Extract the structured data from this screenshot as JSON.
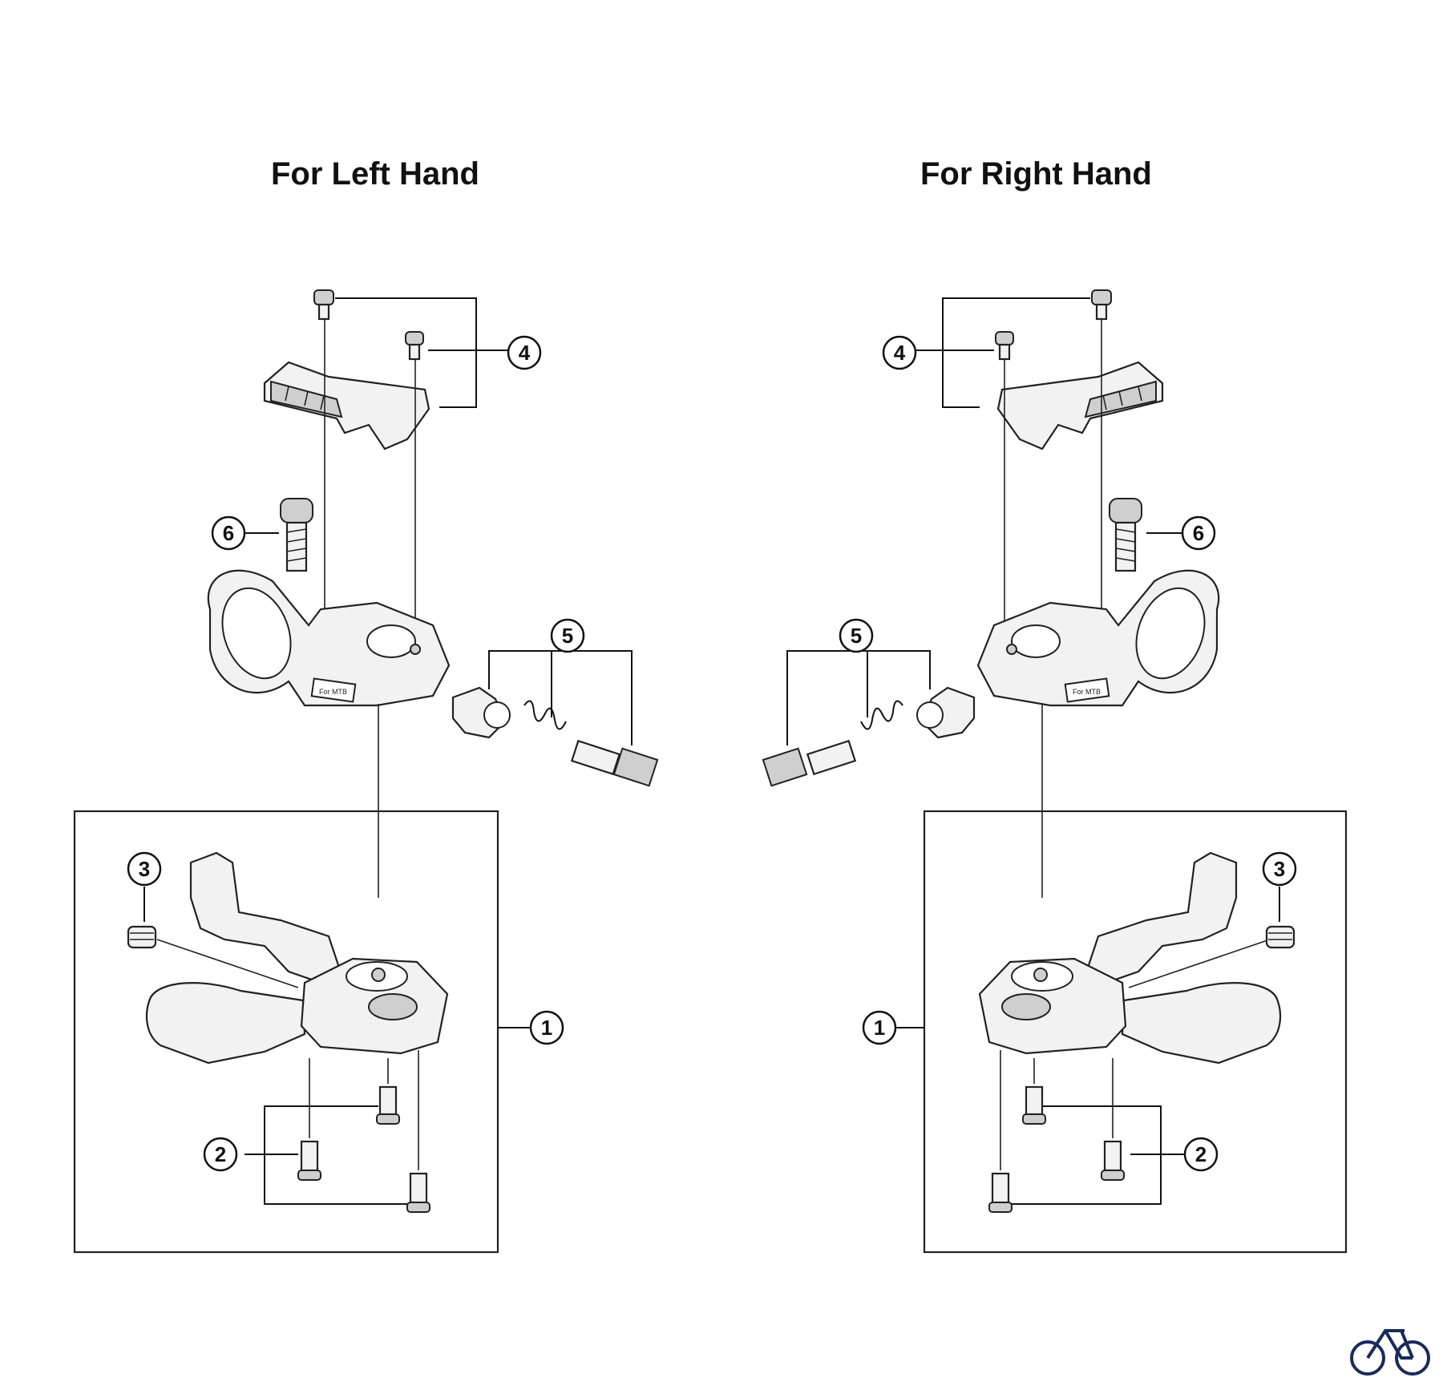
{
  "titles": {
    "left": "For Left Hand",
    "right": "For Right Hand"
  },
  "callouts": {
    "left": [
      "1",
      "2",
      "3",
      "4",
      "5",
      "6"
    ],
    "right": [
      "1",
      "2",
      "3",
      "4",
      "5",
      "6"
    ]
  },
  "housing_label": "For MTB",
  "logo_icon": "bicycle-icon"
}
